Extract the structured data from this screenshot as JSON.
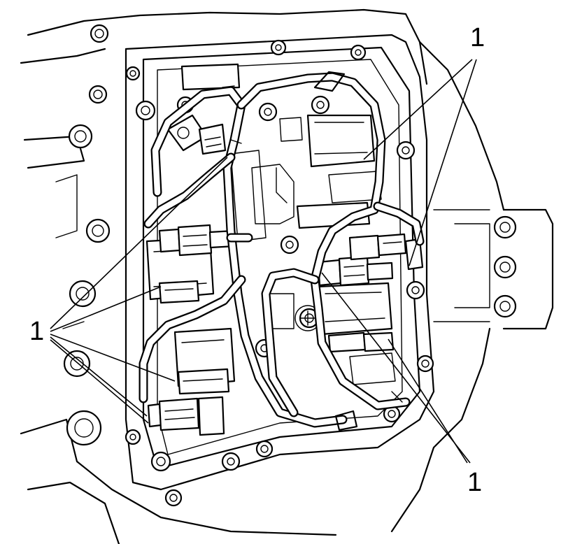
{
  "diagram": {
    "callouts": [
      {
        "id": "top-right",
        "text": "1"
      },
      {
        "id": "left",
        "text": "1"
      },
      {
        "id": "bottom-right",
        "text": "1"
      }
    ]
  }
}
